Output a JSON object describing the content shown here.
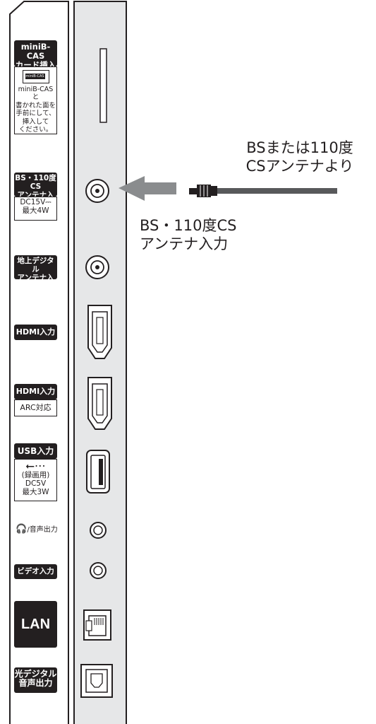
{
  "side_labels": {
    "minicas": {
      "title_l1": "miniB-CAS",
      "title_l2": "カード挿入口",
      "card_text": "miniB-CAS",
      "note_l1": "miniB-CASと",
      "note_l2": "書かれた面を",
      "note_l3": "手前にして、",
      "note_l4": "挿入して",
      "note_l5": "ください。"
    },
    "bs_antenna": {
      "title_l1": "BS・110度CS",
      "title_l2": "アンテナ入力",
      "sub_l1": "DC15V⎓",
      "sub_l2": "最大4W"
    },
    "terrestrial": {
      "title_l1": "地上デジタル",
      "title_l2": "アンテナ入力"
    },
    "hdmi2": {
      "title": "HDMI入力2"
    },
    "hdmi1": {
      "title": "HDMI入力1",
      "sub": "ARC対応"
    },
    "usb": {
      "title": "USB入力",
      "sub_l1": "(録画用)",
      "sub_l2": "DC5V",
      "sub_l3": "最大3W"
    },
    "headphone": {
      "title": "/音声出力"
    },
    "video": {
      "title": "ビデオ入力"
    },
    "lan": {
      "title": "LAN"
    },
    "optical": {
      "title_l1": "光デジタル",
      "title_l2": "音声出力"
    }
  },
  "callouts": {
    "source_l1": "BSまたは110度",
    "source_l2": "CSアンテナより",
    "input_l1": "BS・110度CS",
    "input_l2": "アンテナ入力"
  },
  "colors": {
    "panel": "#e6e7e8",
    "ink": "#231f20",
    "arrow": "#8a8c8e",
    "cable": "#58595b"
  }
}
